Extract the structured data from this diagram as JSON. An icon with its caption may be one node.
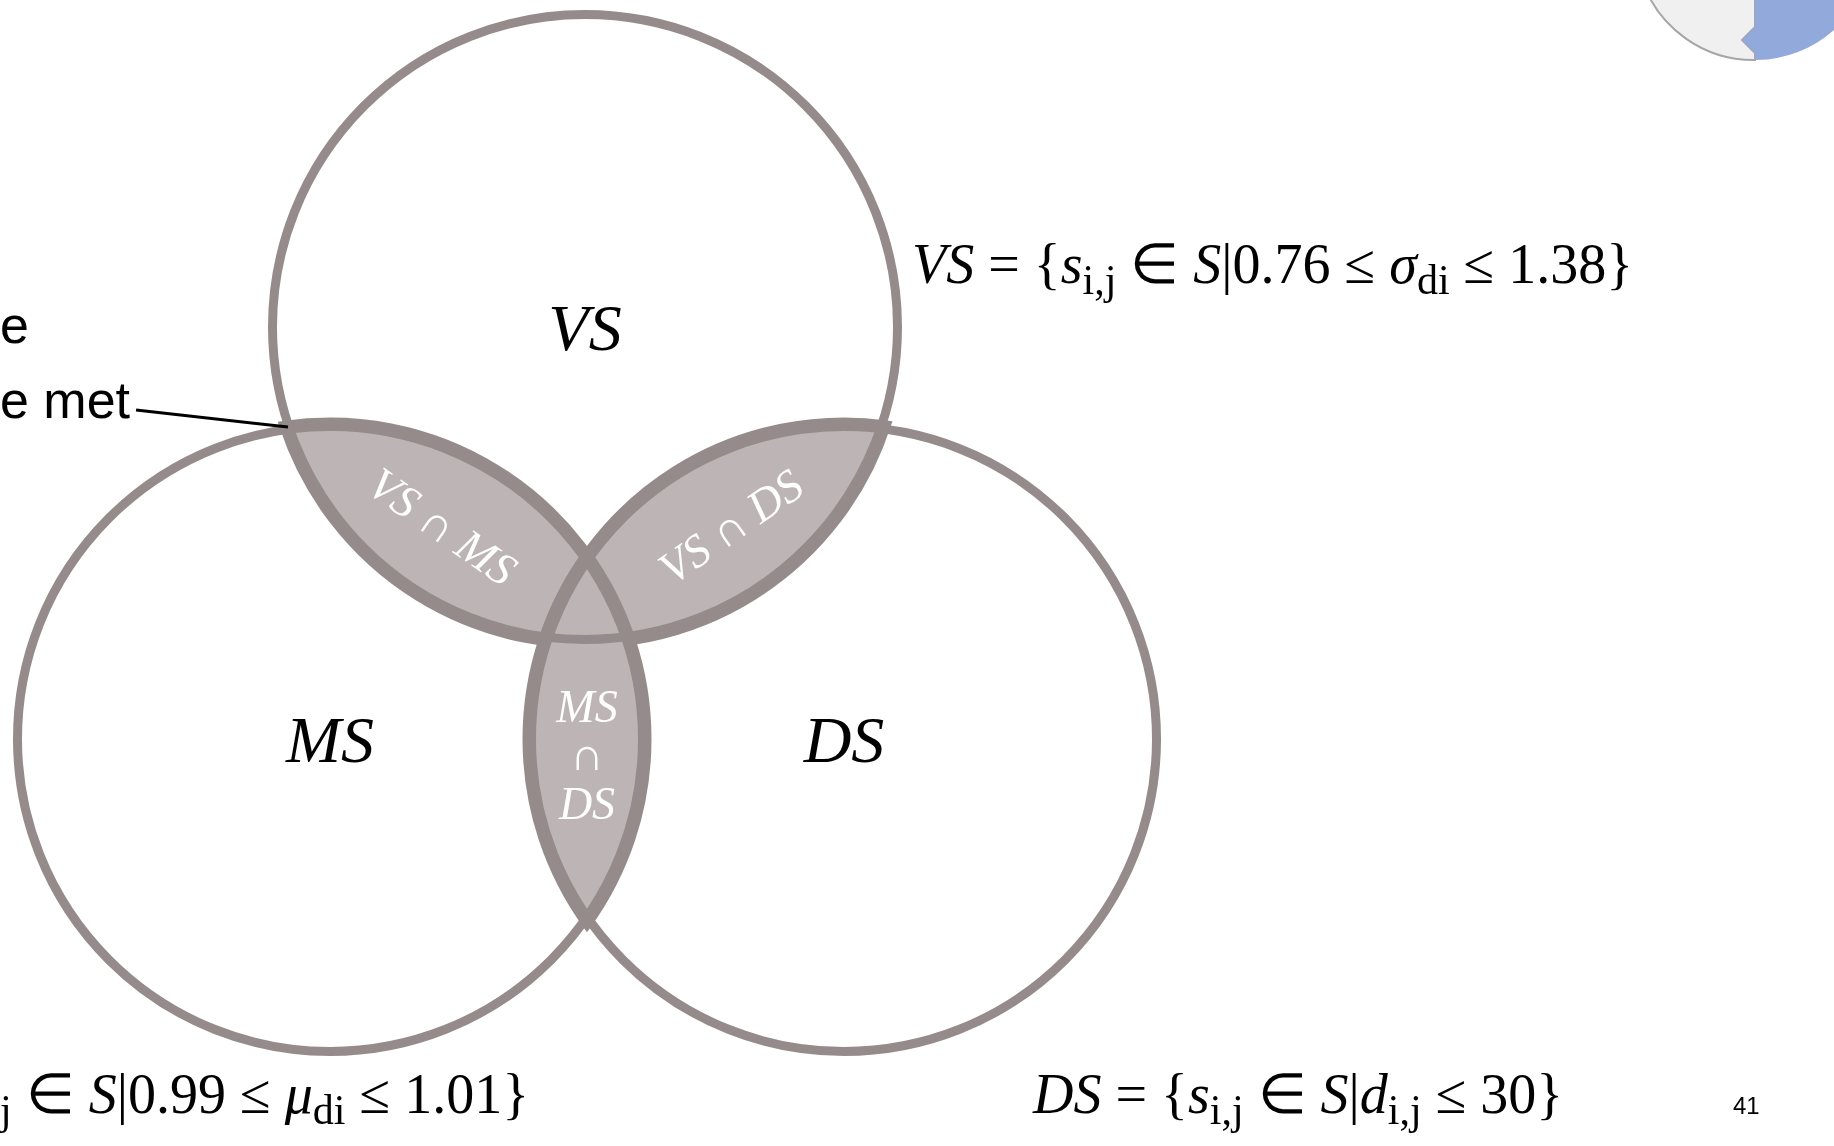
{
  "diagram": {
    "nodes": [
      {
        "text": [
          "VS"
        ]
      },
      {
        "text": [
          "MS"
        ]
      },
      {
        "text": [
          "DS"
        ]
      },
      {
        "text": [
          "VS ∩ MS"
        ]
      },
      {
        "text": [
          "VS ∩ DS"
        ]
      },
      {
        "text": [
          "MS ∩ DS"
        ]
      },
      {
        "text": [
          "e",
          "e met"
        ]
      }
    ],
    "edges": [
      {
        "from": 6,
        "to": 3,
        "arrow": "none"
      }
    ],
    "labels": [
      "*VS* = {*s*$_{i,j}$ ∈ *S*|0.76 ≤ *σ*$_{d}$$_{i}$ ≤ 1.38}",
      "$_{j}$ ∈ *S*|0.99 ≤ *μ*$_{d}$$_{i}$ ≤ 1.01}",
      "*DS* = {*s*$_{i,j}$ ∈ *S*|*d*$_{i,j}$ ≤ 30}",
      "41"
    ]
  }
}
